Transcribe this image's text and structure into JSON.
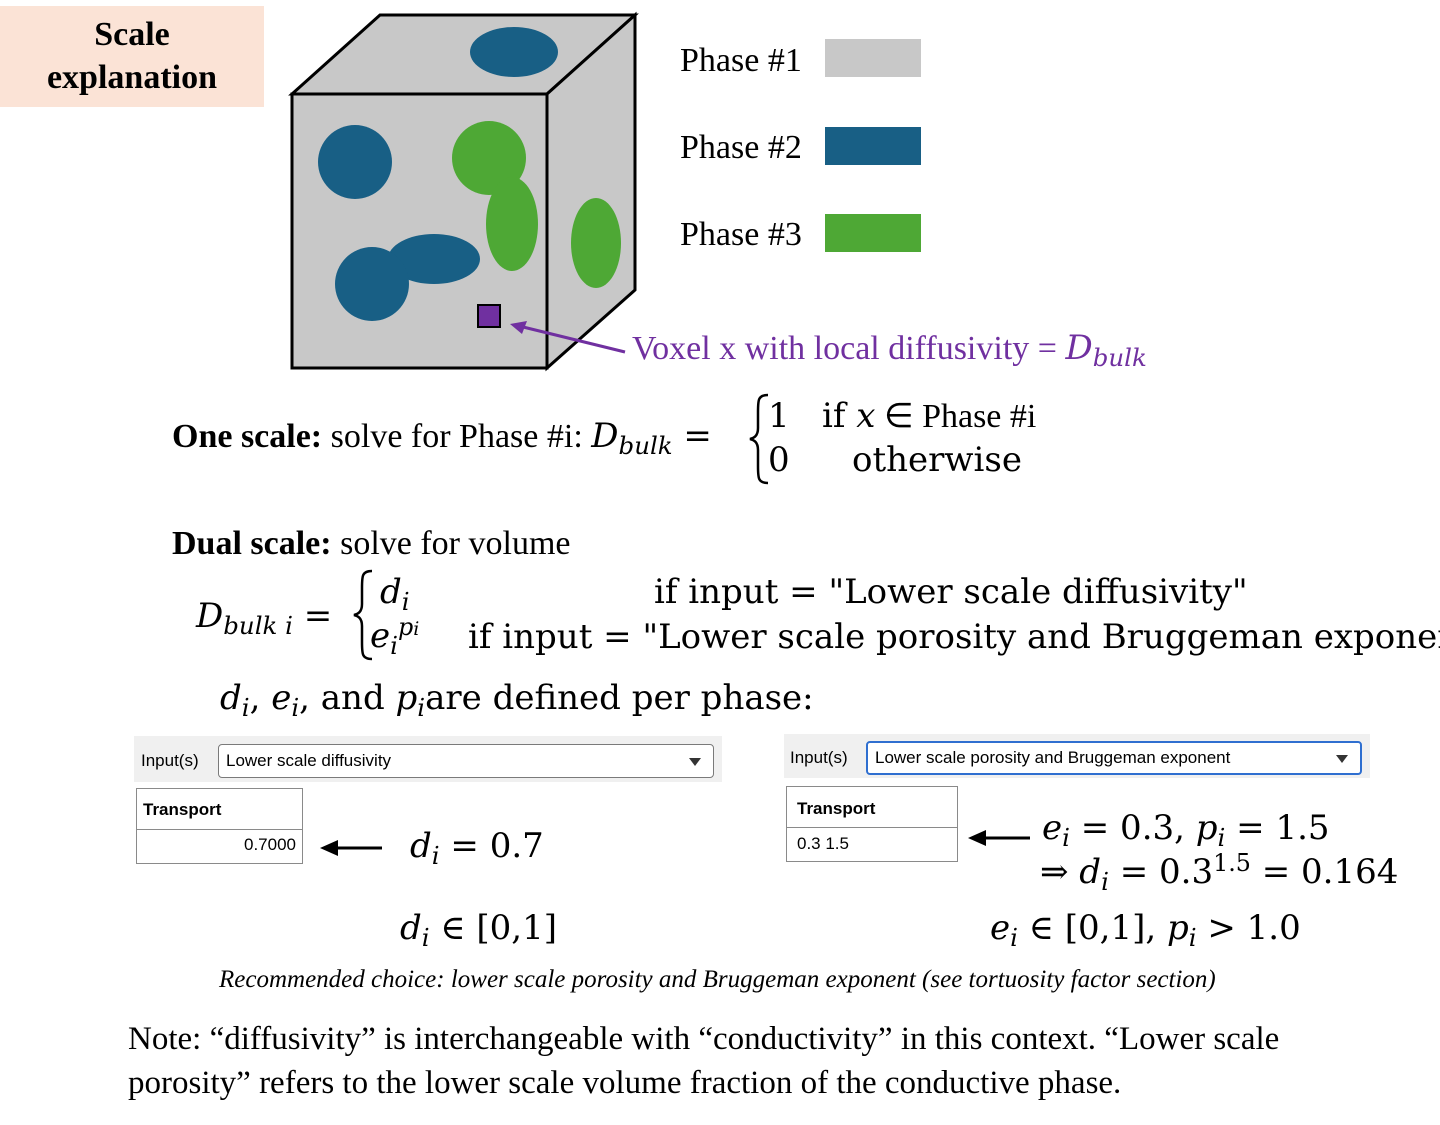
{
  "title": {
    "line1": "Scale",
    "line2": "explanation"
  },
  "legend": [
    {
      "label": "Phase #1",
      "color": "#c8c8c8"
    },
    {
      "label": "Phase #2",
      "color": "#185f85"
    },
    {
      "label": "Phase #3",
      "color": "#4ea835"
    }
  ],
  "voxel": {
    "label": "Voxel x with local diffusivity = ",
    "symbol": "D",
    "subscript": "bulk",
    "color": "#7030a0"
  },
  "one_scale": {
    "heading": "One scale:",
    "text": " solve for Phase #i: ",
    "case1_value": "1",
    "case1_cond": "if ",
    "case1_var": "x",
    "case1_cond_rest": " ∈ Phase #i",
    "case2_value": "0",
    "case2_cond": "otherwise"
  },
  "dual_scale": {
    "heading": "Dual scale:",
    "text": " solve for volume",
    "lhs_sub": "bulk i",
    "case1_cond": "if input = \"Lower scale diffusivity\"",
    "case2_cond": "if input = \"Lower scale porosity and Bruggeman exponent\"",
    "defined_text": "are defined per phase:"
  },
  "left_panel": {
    "input_label": "Input(s)",
    "input_value": "Lower scale diffusivity",
    "table_header": "Transport",
    "table_value": "0.7000",
    "equation": "= 0.7",
    "range": "∈ [0,1]"
  },
  "right_panel": {
    "input_label": "Input(s)",
    "input_value": "Lower scale porosity and Bruggeman exponent",
    "table_header": "Transport",
    "table_value": "0.3 1.5",
    "eq1_a": "= 0.3,",
    "eq1_b": "= 1.5",
    "eq2_a": "= 0.3",
    "eq2_exp": "1.5",
    "eq2_b": " = 0.164",
    "range_a": "∈ [0,1],",
    "range_b": "> 1.0"
  },
  "recommended": "Recommended choice: lower scale porosity and Bruggeman exponent (see tortuosity factor section)",
  "note": {
    "line1": "Note: “diffusivity” is interchangeable with “conductivity” in this context. “Lower scale",
    "line2": "porosity” refers to the lower scale volume fraction of the conductive phase."
  }
}
